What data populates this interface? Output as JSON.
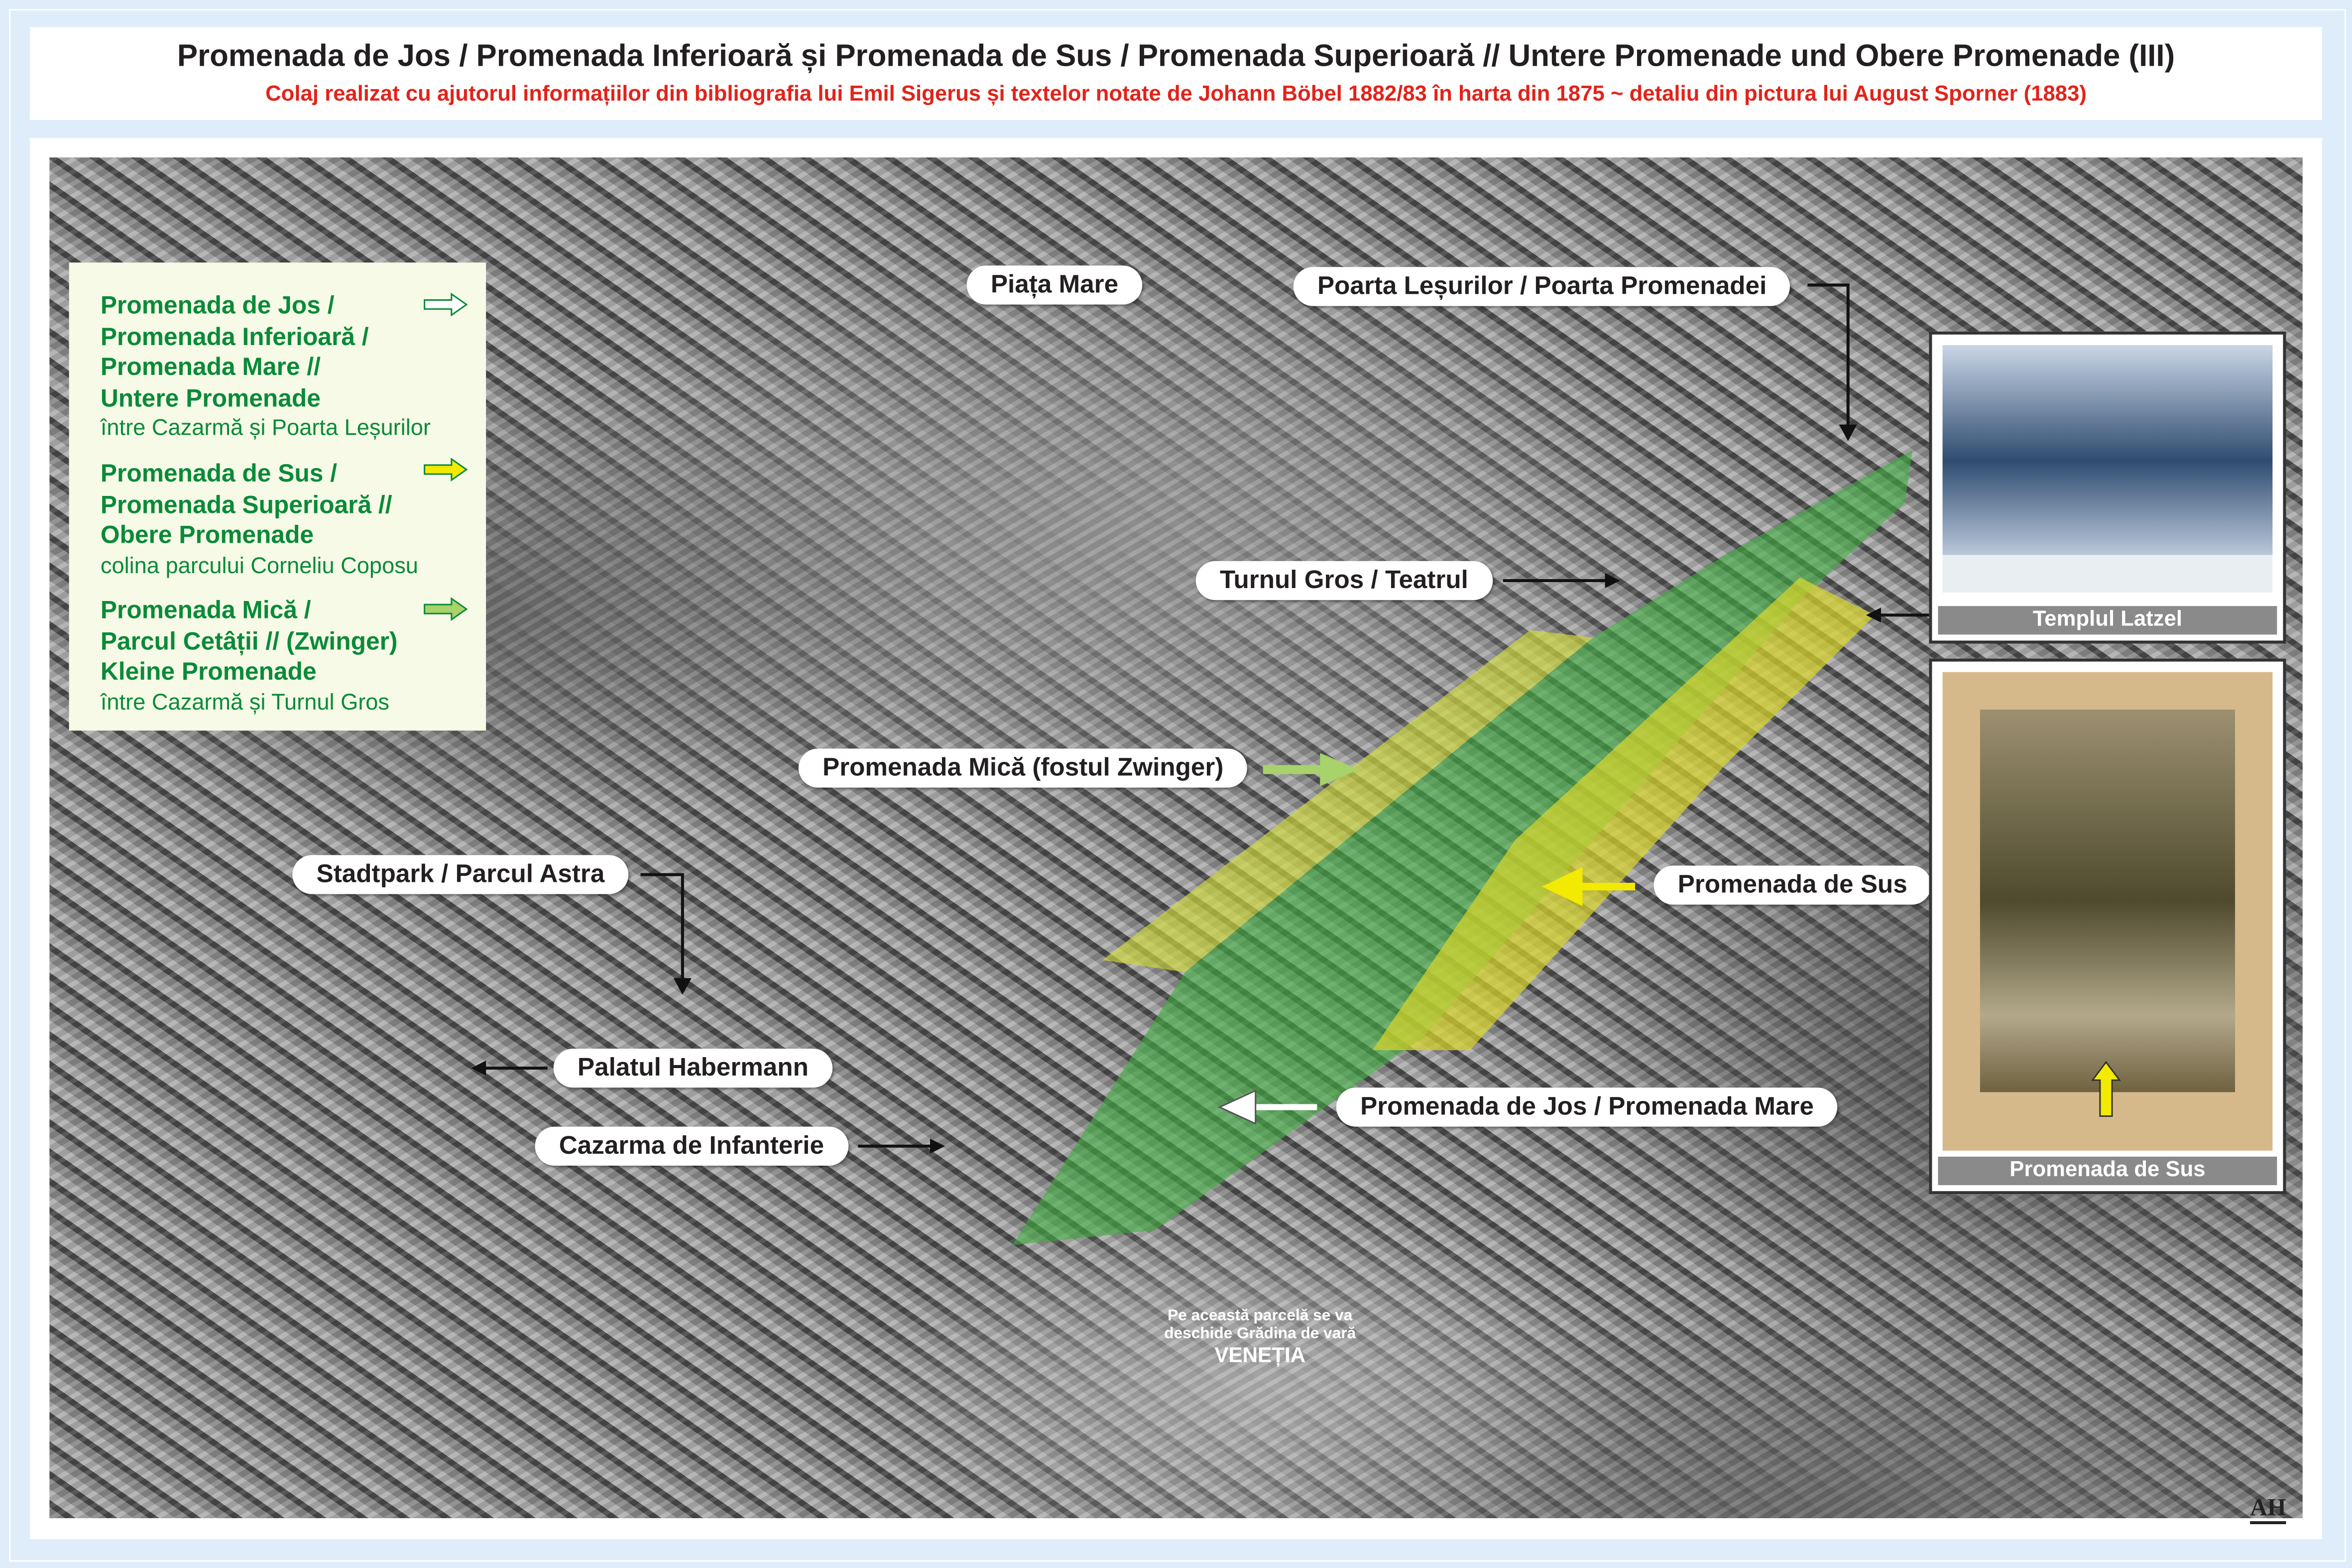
{
  "header": {
    "title": "Promenada de Jos / Promenada Inferioară și Promenada de Sus / Promenada Superioară // Untere Promenade und Obere Promenade (III)",
    "subtitle": "Colaj realizat cu ajutorul informațiilor din bibliografia lui Emil Sigerus și textelor notate de Johann Böbel 1882/83 în harta din 1875 ~ detaliu din pictura lui August Sporner (1883)"
  },
  "legend": [
    {
      "lines": [
        "Promenada de Jos /",
        "Promenada Inferioară /",
        "Promenada Mare //",
        "Untere Promenade"
      ],
      "sub": "între Cazarmă și Poarta Leșurilor",
      "arrow_color": "#ffffff"
    },
    {
      "lines": [
        "Promenada de Sus /",
        "Promenada Superioară //",
        "Obere Promenade"
      ],
      "sub": "colina parcului Corneliu Coposu",
      "arrow_color": "#f2ea00"
    },
    {
      "lines": [
        "Promenada Mică /",
        "Parcul Cetâții // (Zwinger)",
        "Kleine Promenade"
      ],
      "sub": "între Cazarmă și Turnul Gros",
      "arrow_color": "#a8d26a"
    }
  ],
  "labels": {
    "piata_mare": "Piața Mare",
    "poarta": "Poarta Leșurilor / Poarta Promenadei",
    "turnul": "Turnul Gros / Teatrul",
    "mica": "Promenada Mică (fostul Zwinger)",
    "stadtpark": "Stadtpark / Parcul Astra",
    "habermann": "Palatul Habermann",
    "cazarma": "Cazarma de Infanterie",
    "sus": "Promenada de Sus",
    "jos": "Promenada de Jos / Promenada Mare"
  },
  "photos": {
    "top_caption": "Templul Latzel",
    "bottom_caption": "Promenada de Sus"
  },
  "note": {
    "line1": "Pe această parcelă se va",
    "line2": "deschide Grădina de vară",
    "big": "VENEȚIA"
  },
  "logo": "AH",
  "colors": {
    "legend_text": "#0a8a3a",
    "subtitle": "#e2231a",
    "zone_jos": "#3aa83a",
    "zone_sus": "#d6d629",
    "zone_mica": "#c7d84a"
  }
}
